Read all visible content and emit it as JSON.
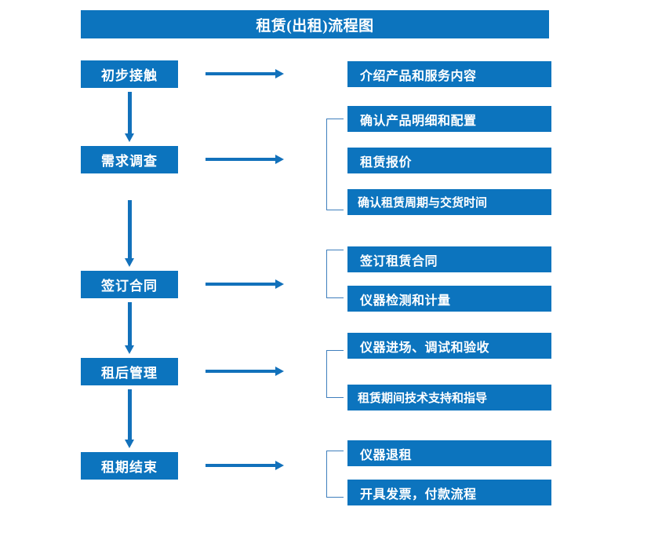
{
  "title": "租赁(出租)流程图",
  "theme": {
    "box_fill": "#0c74be",
    "box_text": "#ffffff",
    "arrow": "#1271bb",
    "bracket": "#3f7fbd",
    "background": "#ffffff"
  },
  "stages": [
    {
      "label": "初步接触"
    },
    {
      "label": "需求调查"
    },
    {
      "label": "签订合同"
    },
    {
      "label": "租后管理"
    },
    {
      "label": "租期结束"
    }
  ],
  "groups": [
    {
      "stage": "初步接触",
      "bracket": false,
      "items": [
        {
          "label": "介绍产品和服务内容"
        }
      ]
    },
    {
      "stage": "需求调查",
      "bracket": true,
      "items": [
        {
          "label": "确认产品明细和配置"
        },
        {
          "label": "租赁报价"
        },
        {
          "label": "确认租赁周期与交货时间"
        }
      ]
    },
    {
      "stage": "签订合同",
      "bracket": true,
      "items": [
        {
          "label": "签订租赁合同"
        },
        {
          "label": "仪器检测和计量"
        }
      ]
    },
    {
      "stage": "租后管理",
      "bracket": true,
      "items": [
        {
          "label": "仪器进场、调试和验收"
        },
        {
          "label": "租赁期间技术支持和指导"
        }
      ]
    },
    {
      "stage": "租期结束",
      "bracket": true,
      "items": [
        {
          "label": "仪器退租"
        },
        {
          "label": "开具发票，付款流程"
        }
      ]
    }
  ]
}
